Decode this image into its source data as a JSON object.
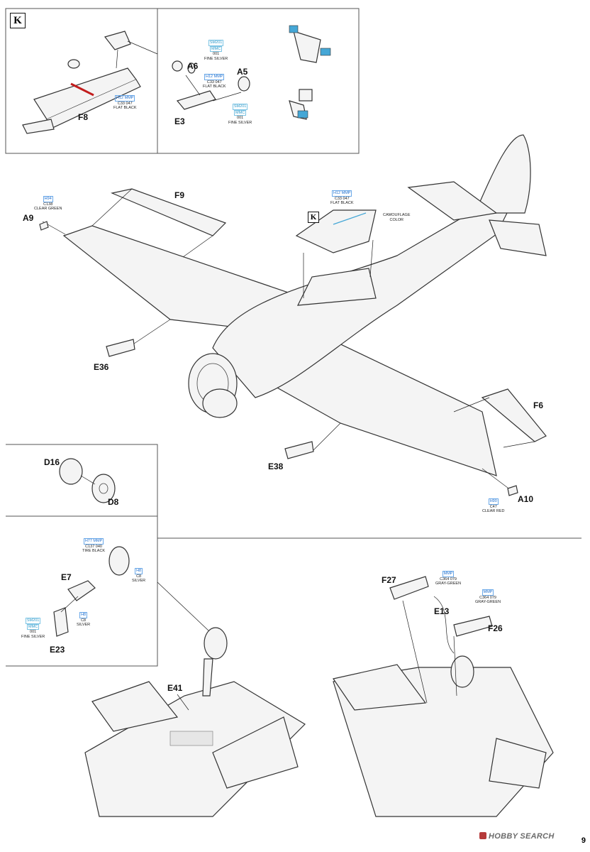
{
  "step_marker": "K",
  "page_number": "9",
  "watermark": "HOBBY SEARCH",
  "parts": {
    "f8": "F8",
    "a6": "A6",
    "a5": "A5",
    "e3": "E3",
    "f9": "F9",
    "a9": "A9",
    "e36": "E36",
    "f6": "F6",
    "e38": "E38",
    "a10": "A10",
    "d16": "D16",
    "d8": "D8",
    "e7": "E7",
    "e23": "E23",
    "e41": "E41",
    "f27": "F27",
    "e13": "E13",
    "f26": "F26"
  },
  "callouts": {
    "f8_black": {
      "code": "H12 MMP",
      "ref": "C33  047",
      "name": "FLAT BLACK"
    },
    "top_silver": {
      "code": "SM201",
      "ref1": "MMC",
      "ref2": "001",
      "name": "FINE SILVER"
    },
    "e3_black": {
      "code": "H12 MMP",
      "ref": "C33  047",
      "name": "FLAT BLACK"
    },
    "a5_silver": {
      "code": "SM201",
      "ref1": "MMC",
      "ref2": "001",
      "name": "FINE SILVER"
    },
    "a9_green": {
      "code": "H94",
      "ref": "C138",
      "name": "CLEAR GREEN"
    },
    "cockpit_black": {
      "code": "H12 MMP",
      "ref": "C33  047",
      "name": "FLAT BLACK"
    },
    "camo": {
      "name1": "CAMOUFLAGE",
      "name2": "COLOR"
    },
    "a10_red": {
      "code": "H90",
      "ref": "C47",
      "name": "CLEAR RED"
    },
    "tire_black": {
      "code": "H77 MMP",
      "ref": "C137  040",
      "name": "TIRE BLACK"
    },
    "hub_silver": {
      "code": "H8",
      "ref": "C8",
      "name": "SILVER"
    },
    "strut_silver": {
      "code": "H8",
      "ref": "C8",
      "name": "SILVER"
    },
    "e23_silver": {
      "code": "SM201",
      "ref1": "MMC",
      "ref2": "001",
      "name": "FINE SILVER"
    },
    "f27_graygreen": {
      "code": "MMP",
      "ref": "C364  079",
      "name": "GRAY-GREEN"
    },
    "f26_graygreen": {
      "code": "MMP",
      "ref": "C364  079",
      "name": "GRAY-GREEN"
    }
  }
}
